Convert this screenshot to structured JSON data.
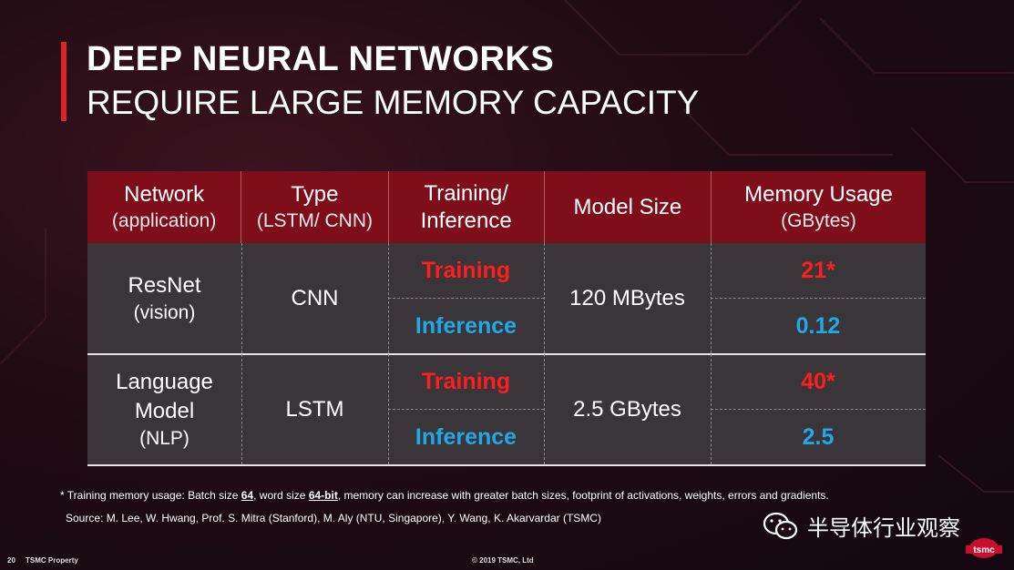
{
  "title": {
    "line1": "DEEP NEURAL NETWORKS",
    "line2": "REQUIRE LARGE MEMORY CAPACITY"
  },
  "table": {
    "headers": [
      {
        "main": "Network",
        "sub": "(application)"
      },
      {
        "main": "Type",
        "sub": "(LSTM/ CNN)"
      },
      {
        "main": "Training/",
        "sub": "Inference"
      },
      {
        "main": "Model Size",
        "sub": ""
      },
      {
        "main": "Memory Usage",
        "sub": "(GBytes)"
      }
    ],
    "rows": [
      {
        "network": "ResNet",
        "application": "(vision)",
        "type": "CNN",
        "modes": [
          "Training",
          "Inference"
        ],
        "model_size": "120 MBytes",
        "memory": [
          "21*",
          "0.12"
        ]
      },
      {
        "network_line1": "Language",
        "network_line2": "Model",
        "application": "(NLP)",
        "type": "LSTM",
        "modes": [
          "Training",
          "Inference"
        ],
        "model_size": "2.5 GBytes",
        "memory": [
          "40*",
          "2.5"
        ]
      }
    ]
  },
  "footnote": {
    "prefix": "* Training memory usage: Batch size ",
    "batch": "64",
    "mid": ", word size ",
    "word": "64-bit",
    "suffix": ", memory can increase with greater batch sizes, footprint of activations, weights, errors and gradients."
  },
  "source": "Source: M. Lee, W. Hwang, Prof. S. Mitra (Stanford), M. Aly (NTU, Singapore), Y. Wang, K. Akarvardar (TSMC)",
  "watermark": {
    "text": "半导体行业观察",
    "icon": "wechat-icon"
  },
  "footer": {
    "page": "20",
    "left": "TSMC Property",
    "center": "© 2019 TSMC, Ltd",
    "logo_text": "tsmc"
  },
  "colors": {
    "accent": "#e0202a",
    "training": "#ff1e1e",
    "inference": "#21a8e8",
    "header_bg": "#7e0e19"
  }
}
